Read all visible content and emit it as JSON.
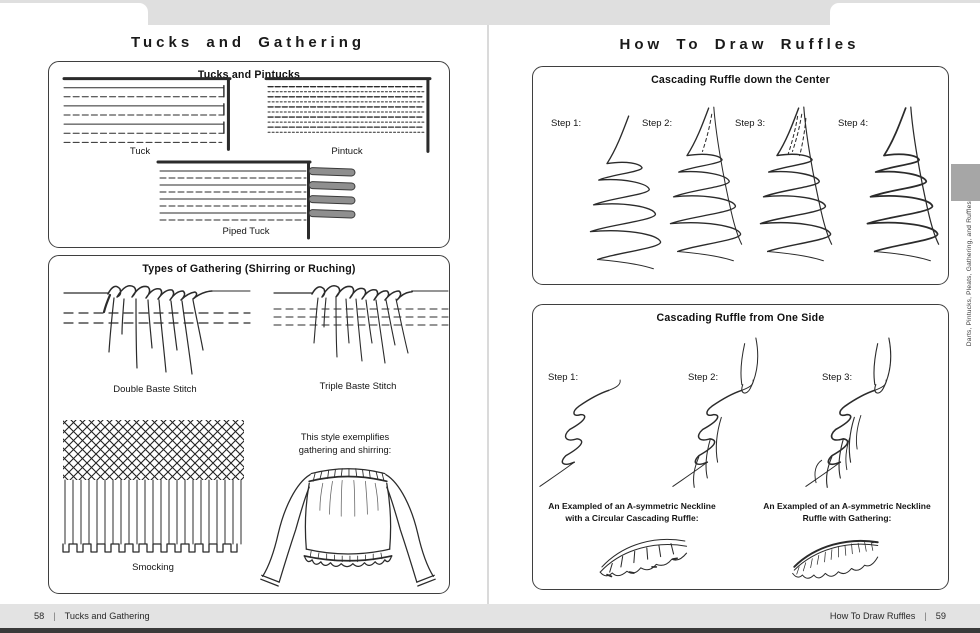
{
  "left_page": {
    "title": "Tucks and Gathering",
    "tucks_box": {
      "title": "Tucks and Pintucks",
      "tuck_label": "Tuck",
      "pintuck_label": "Pintuck",
      "piped_tuck_label": "Piped Tuck"
    },
    "gathering_box": {
      "title": "Types of Gathering (Shirring or Ruching)",
      "double_baste_label": "Double Baste Stitch",
      "triple_baste_label": "Triple Baste Stitch",
      "smocking_label": "Smocking",
      "style_note_line1": "This style exemplifies",
      "style_note_line2": "gathering and shirring:"
    }
  },
  "right_page": {
    "title": "How To Draw Ruffles",
    "center_ruffle_box": {
      "title": "Cascading Ruffle down the Center",
      "steps": [
        "Step 1:",
        "Step 2:",
        "Step 3:",
        "Step 4:"
      ]
    },
    "side_ruffle_box": {
      "title": "Cascading Ruffle from One Side",
      "steps": [
        "Step 1:",
        "Step 2:",
        "Step 3:"
      ],
      "example_circular_line1": "An Exampled of an A-symmetric Neckline",
      "example_circular_line2": "with a Circular Cascading Ruffle:",
      "example_gathering_line1": "An Exampled of an A-symmetric Neckline",
      "example_gathering_line2": "Ruffle with Gathering:"
    }
  },
  "footer": {
    "left_page_number": "58",
    "left_title": "Tucks and Gathering",
    "divider": "|",
    "right_title": "How To Draw Ruffles",
    "right_page_number": "59"
  },
  "side_tab": {
    "label": "Darts, Pintucks, Pleats, Gathering, and Ruffles"
  },
  "colors": {
    "chrome_gray": "#dfdfdf",
    "footer_gray": "#e3e3e3",
    "bottom_bar": "#3a3a3a",
    "tab_gray": "#a6a6a6",
    "ink": "#2b2b2b"
  }
}
